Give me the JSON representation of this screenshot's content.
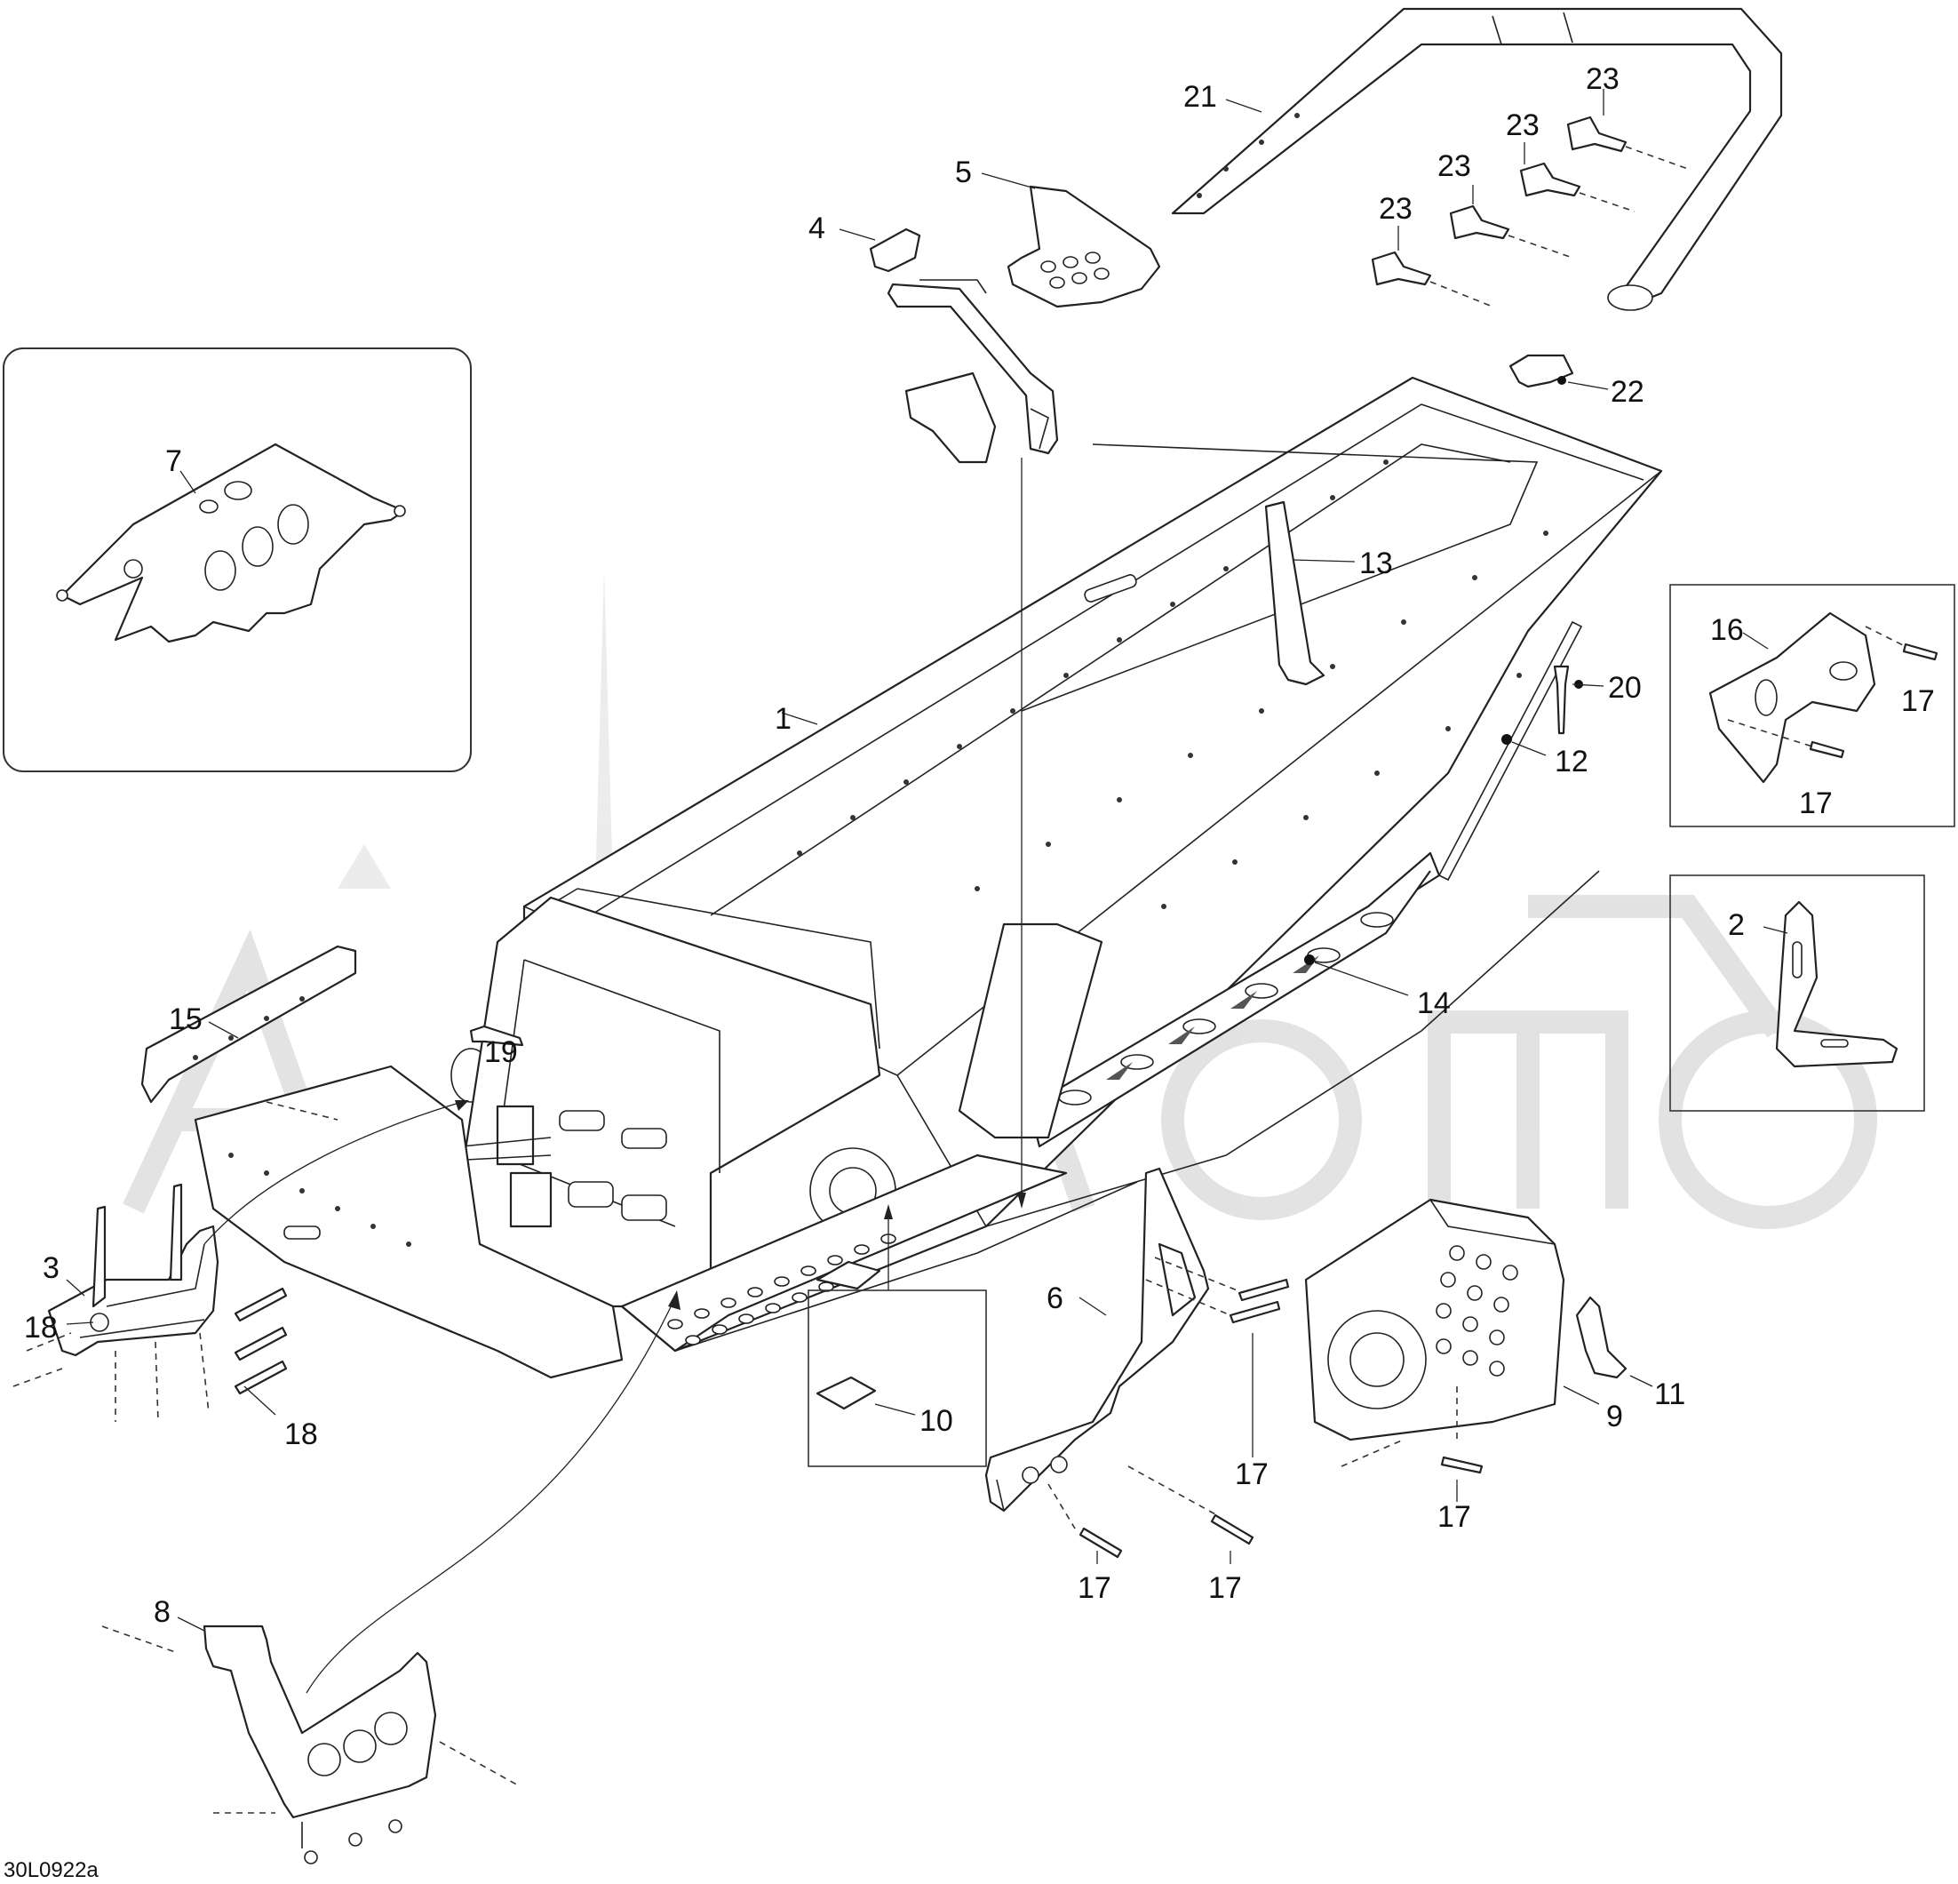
{
  "diagram": {
    "drawing_code": "30L0922a",
    "callouts": {
      "c1": "1",
      "c2": "2",
      "c3": "3",
      "c4": "4",
      "c5": "5",
      "c6": "6",
      "c7": "7",
      "c8": "8",
      "c9": "9",
      "c10": "10",
      "c11": "11",
      "c12": "12",
      "c13": "13",
      "c14": "14",
      "c15": "15",
      "c16": "16",
      "c17": "17",
      "c18": "18",
      "c19": "19",
      "c20": "20",
      "c21": "21",
      "c22": "22",
      "c23": "23"
    }
  },
  "colors": {
    "line": "#222222",
    "background": "#ffffff",
    "watermark": "#d9d9d9"
  }
}
